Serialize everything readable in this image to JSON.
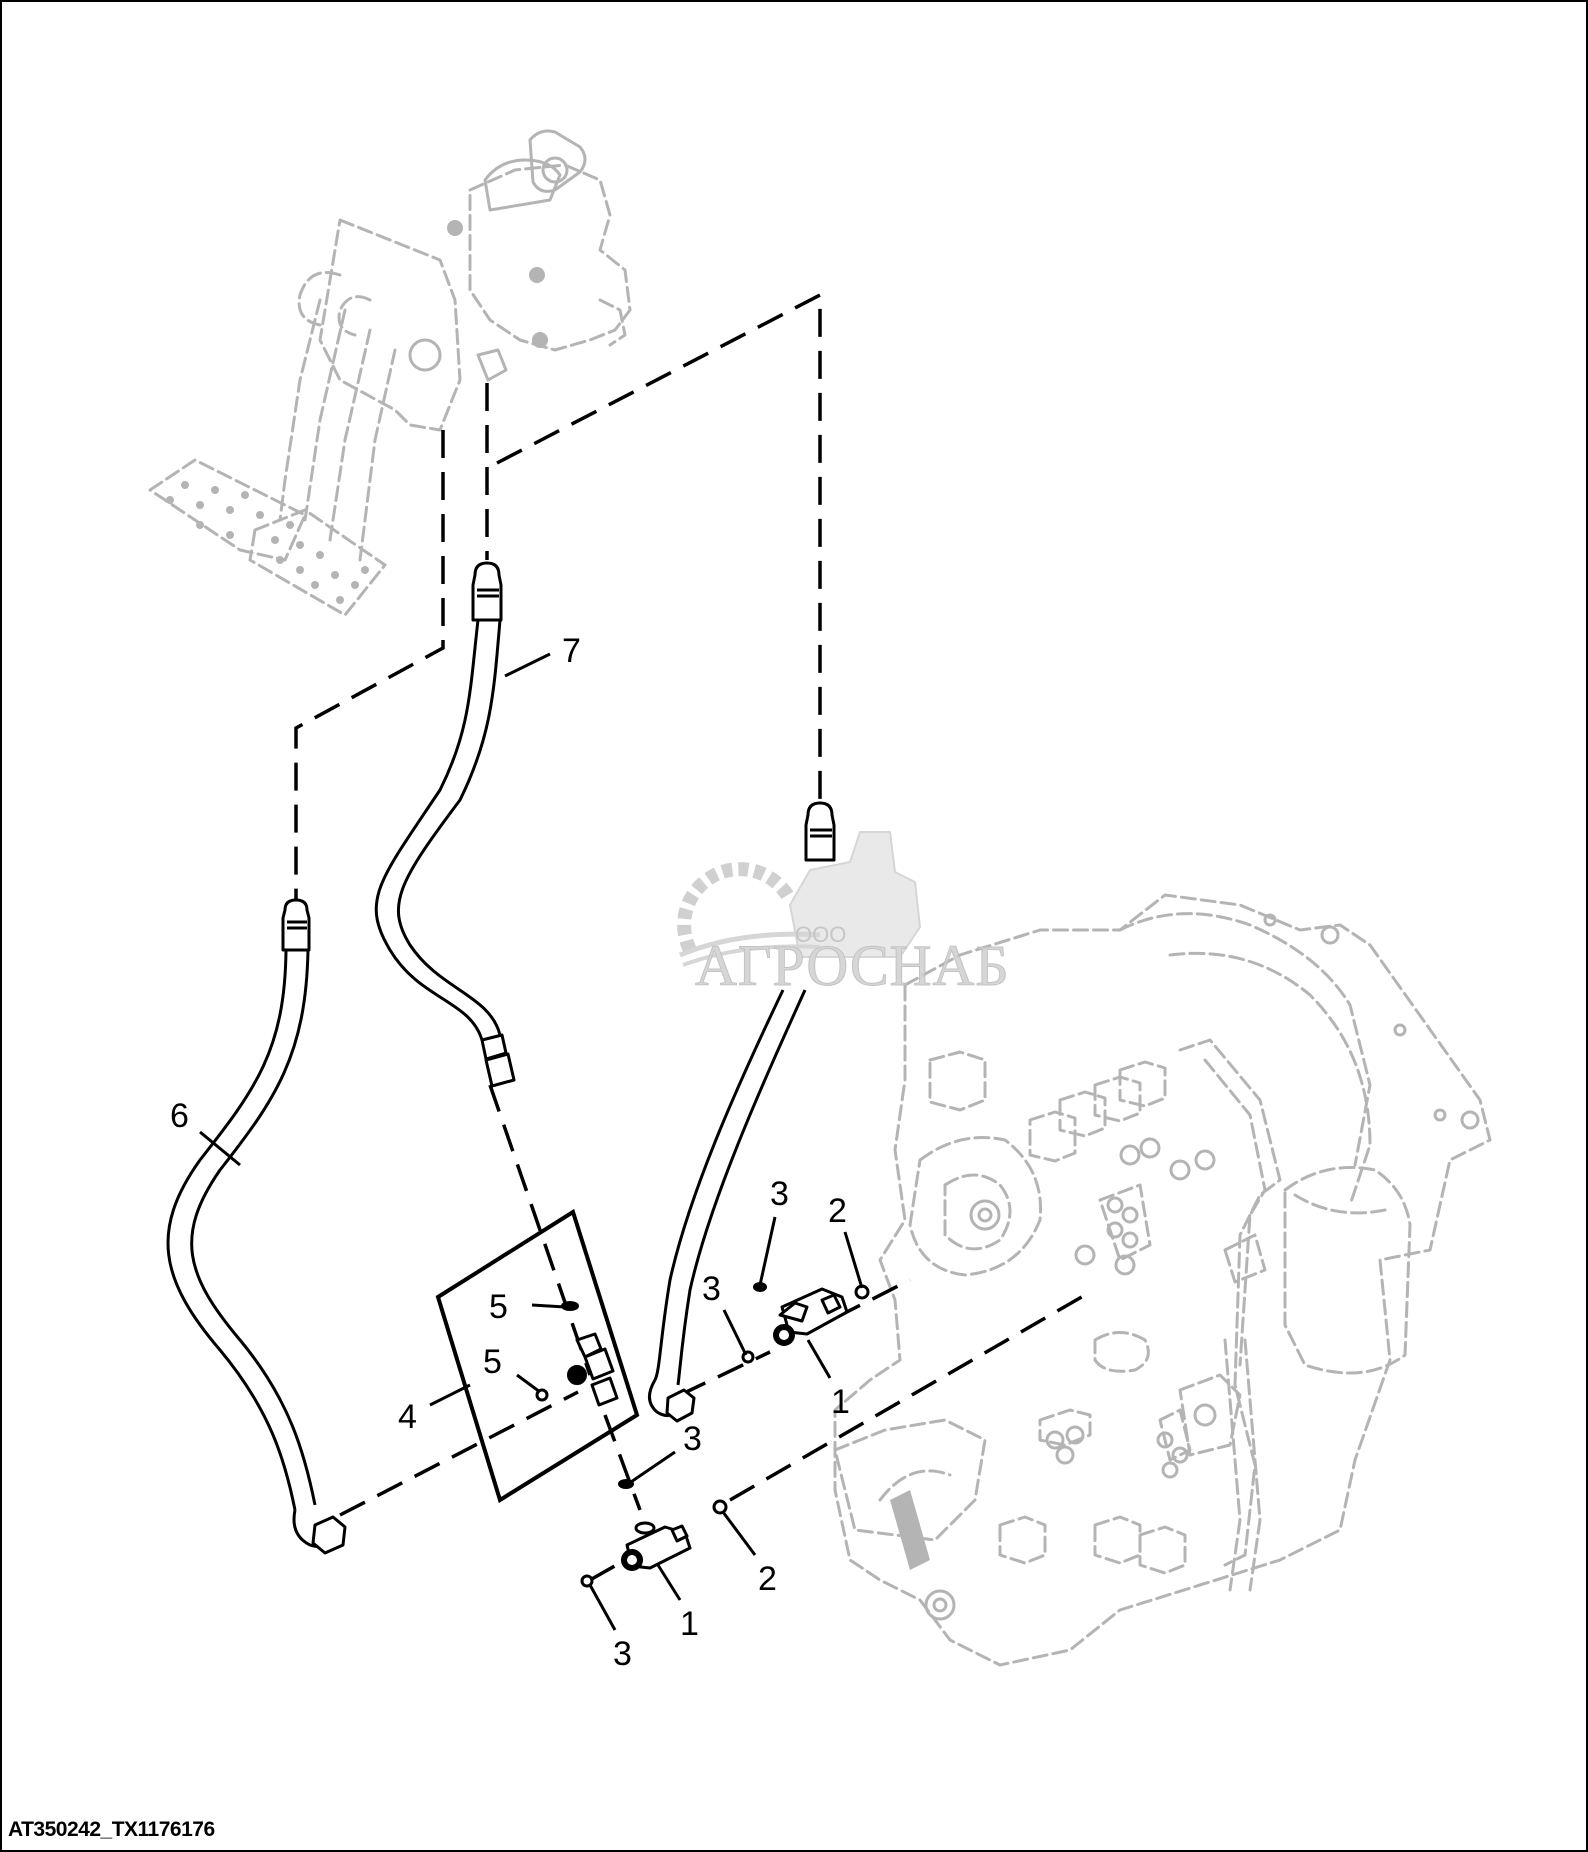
{
  "figure": {
    "id_caption": "AT350242_TX1176176",
    "description": "Exploded parts diagram: brake pedal valve hydraulic lines to transmission"
  },
  "callouts": [
    {
      "label": "7",
      "part": "hose-upper"
    },
    {
      "label": "6",
      "part": "hose-left"
    },
    {
      "label": "5",
      "part": "o-ring-upper"
    },
    {
      "label": "5",
      "part": "o-ring-lower"
    },
    {
      "label": "4",
      "part": "tee-fitting-box"
    },
    {
      "label": "3",
      "part": "o-ring-upper-right-a"
    },
    {
      "label": "3",
      "part": "o-ring-upper-right-b"
    },
    {
      "label": "2",
      "part": "washer-upper-right"
    },
    {
      "label": "1",
      "part": "fitting-upper-right"
    },
    {
      "label": "3",
      "part": "o-ring-lower-a"
    },
    {
      "label": "2",
      "part": "washer-lower"
    },
    {
      "label": "1",
      "part": "fitting-lower"
    },
    {
      "label": "3",
      "part": "o-ring-lower-b"
    }
  ],
  "watermark": {
    "prefix": "ООО",
    "name": "АГРОСНАБ"
  },
  "colors": {
    "line": "#000000",
    "ghost": "#b4b4b4",
    "watermark": "#cfcfcf",
    "background": "#ffffff"
  }
}
